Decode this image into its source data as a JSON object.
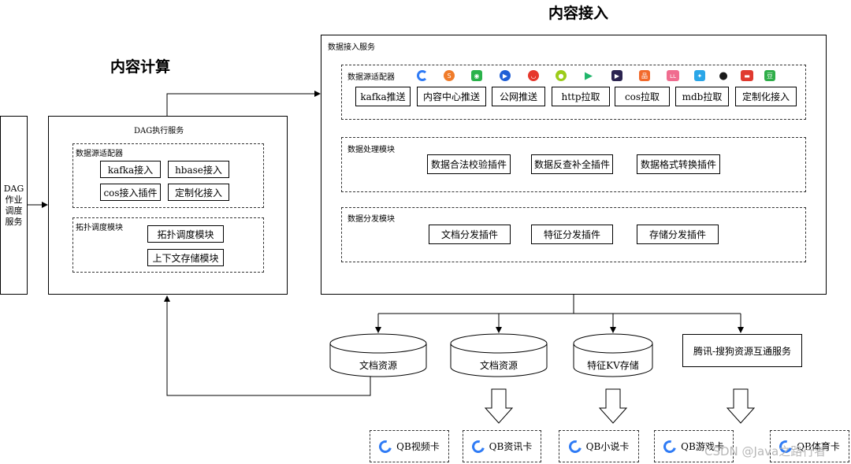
{
  "titles": {
    "content_compute": "内容计算",
    "content_ingest": "内容接入"
  },
  "dag_scheduler": {
    "label": "DAG\n作业\n调度\n服务"
  },
  "dag_service": {
    "label": "DAG执行服务",
    "adapter": {
      "label": "数据源适配器",
      "items": [
        "kafka接入",
        "hbase接入",
        "cos接入插件",
        "定制化接入"
      ]
    },
    "topology": {
      "label": "拓扑调度模块",
      "items": [
        "拓扑调度模块",
        "上下文存储模块"
      ]
    }
  },
  "ingest_service": {
    "label": "数据接入服务",
    "adapter": {
      "label": "数据源适配器",
      "icons": [
        "qq-browser-icon",
        "sogou-icon",
        "wechat-icon",
        "tencent-video-icon",
        "weibo-icon",
        "lemon-icon",
        "play-icon",
        "video-app-icon",
        "toutiao-icon",
        "bilibili-icon",
        "photo-app-icon",
        "qq-icon",
        "news-icon",
        "douban-icon"
      ],
      "items": [
        "kafka推送",
        "内容中心推送",
        "公网推送",
        "http拉取",
        "cos拉取",
        "mdb拉取",
        "定制化接入"
      ]
    },
    "processing": {
      "label": "数据处理模块",
      "items": [
        "数据合法校验插件",
        "数据反查补全插件",
        "数据格式转换插件"
      ]
    },
    "distribution": {
      "label": "数据分发模块",
      "items": [
        "文档分发插件",
        "特征分发插件",
        "存储分发插件"
      ]
    }
  },
  "storage": [
    "文档资源",
    "文档资源",
    "特征KV存储"
  ],
  "interop_service": "腾讯-搜狗资源互通服务",
  "cards": [
    "QB视频卡",
    "QB资讯卡",
    "QB小说卡",
    "QB游戏卡",
    "QB体育卡"
  ],
  "watermark": "CSDN @Java之路行者",
  "colors": {
    "accent": "#2f7bf5",
    "line": "#000000"
  }
}
